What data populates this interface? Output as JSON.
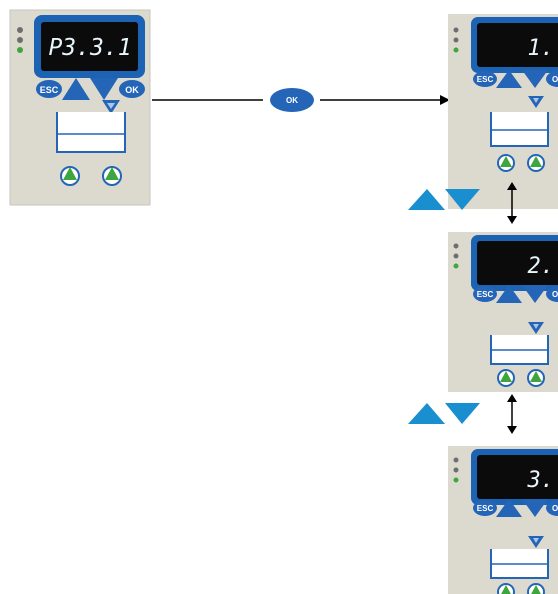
{
  "panels": [
    {
      "display": "P3.3.1",
      "esc_label": "ESC",
      "ok_label": "OK"
    },
    {
      "display": "1.",
      "esc_label": "ESC",
      "ok_label": "OK"
    },
    {
      "display": "2.",
      "esc_label": "ESC",
      "ok_label": "OK"
    },
    {
      "display": "3.",
      "esc_label": "ESC",
      "ok_label": "OK"
    }
  ],
  "ok_action_label": "OK",
  "colors": {
    "panel": "#dcd9cf",
    "display_frame": "#1d63b4",
    "display_screen": "#0b0b0b",
    "button_blue": "#2465b8",
    "arrow_blue": "#1a8fcf",
    "led_grey": "#6e6e6e",
    "led_green": "#3fa63f"
  },
  "icons": [
    "up-arrow-icon",
    "down-arrow-icon",
    "double-headed-arrow-icon"
  ]
}
